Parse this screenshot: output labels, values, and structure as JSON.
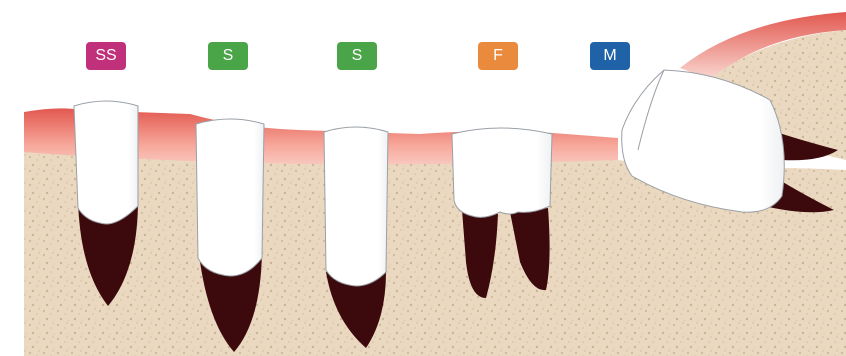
{
  "tags": [
    {
      "label": "SS",
      "color": "#c1307a"
    },
    {
      "label": "S",
      "color": "#4aa448"
    },
    {
      "label": "S",
      "color": "#4aa448"
    },
    {
      "label": "F",
      "color": "#e98a3c"
    },
    {
      "label": "M",
      "color": "#1f62a8"
    }
  ],
  "colors": {
    "bone": "#ead9c0",
    "bone_speckle": "#cdbb9e",
    "gum_light": "#f6cfc7",
    "gum_dark": "#e05a50",
    "root": "#3c0a0d",
    "crown": "#ffffff",
    "crown_outline": "#9aa0a6"
  }
}
